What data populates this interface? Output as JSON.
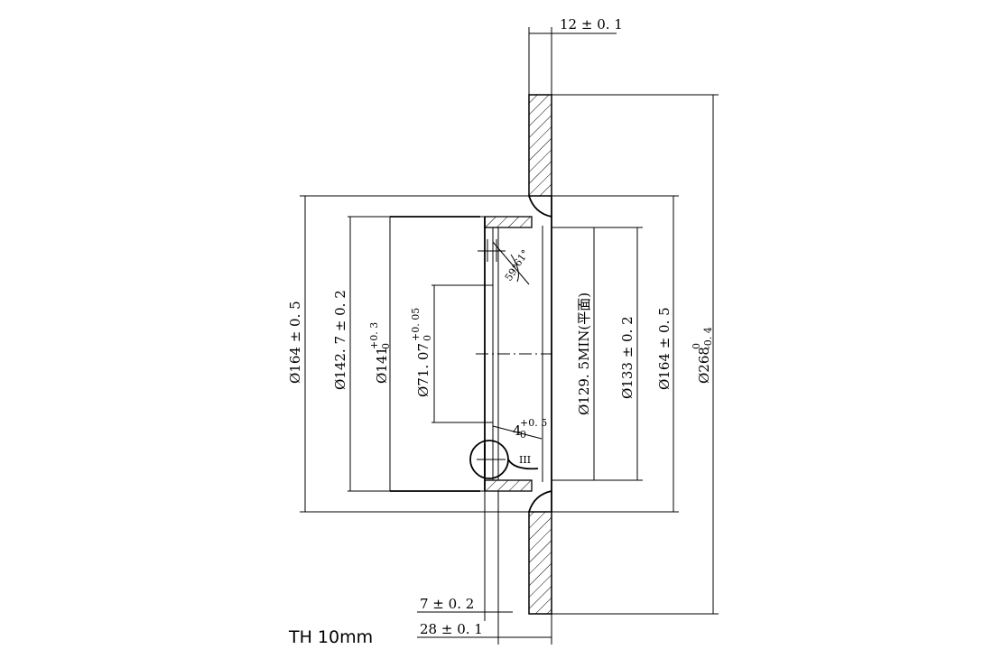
{
  "dimensions": {
    "hub_height": "12 ± 0. 1",
    "outer_diameter_left": "Ø164 ± 0. 5",
    "bell_diameter": "Ø142. 7 ± 0. 2",
    "bore_diameter_main": "Ø141",
    "bore_diameter_tol_upper": "+0. 3",
    "bore_diameter_tol_lower": "0",
    "center_bore_main": "Ø71. 07",
    "center_bore_tol_upper": "+0. 05",
    "center_bore_tol_lower": "0",
    "min_thickness_face": "Ø129. 5MIN(平面)",
    "pcd": "Ø133 ± 0. 2",
    "outer_diameter_right": "Ø164 ± 0. 5",
    "disc_diameter_main": "Ø268",
    "disc_diameter_tol_upper": "0",
    "disc_diameter_tol_lower": "-0. 4",
    "angle_1": "61°",
    "angle_2": "59°",
    "chamfer_main": "4",
    "chamfer_tol_upper": "+0. 5",
    "chamfer_tol_lower": "0",
    "detail_label": "III",
    "hat_depth": "7 ± 0. 2",
    "total_height": "28 ± 0. 1"
  },
  "note": {
    "text": "TH 10mm"
  }
}
